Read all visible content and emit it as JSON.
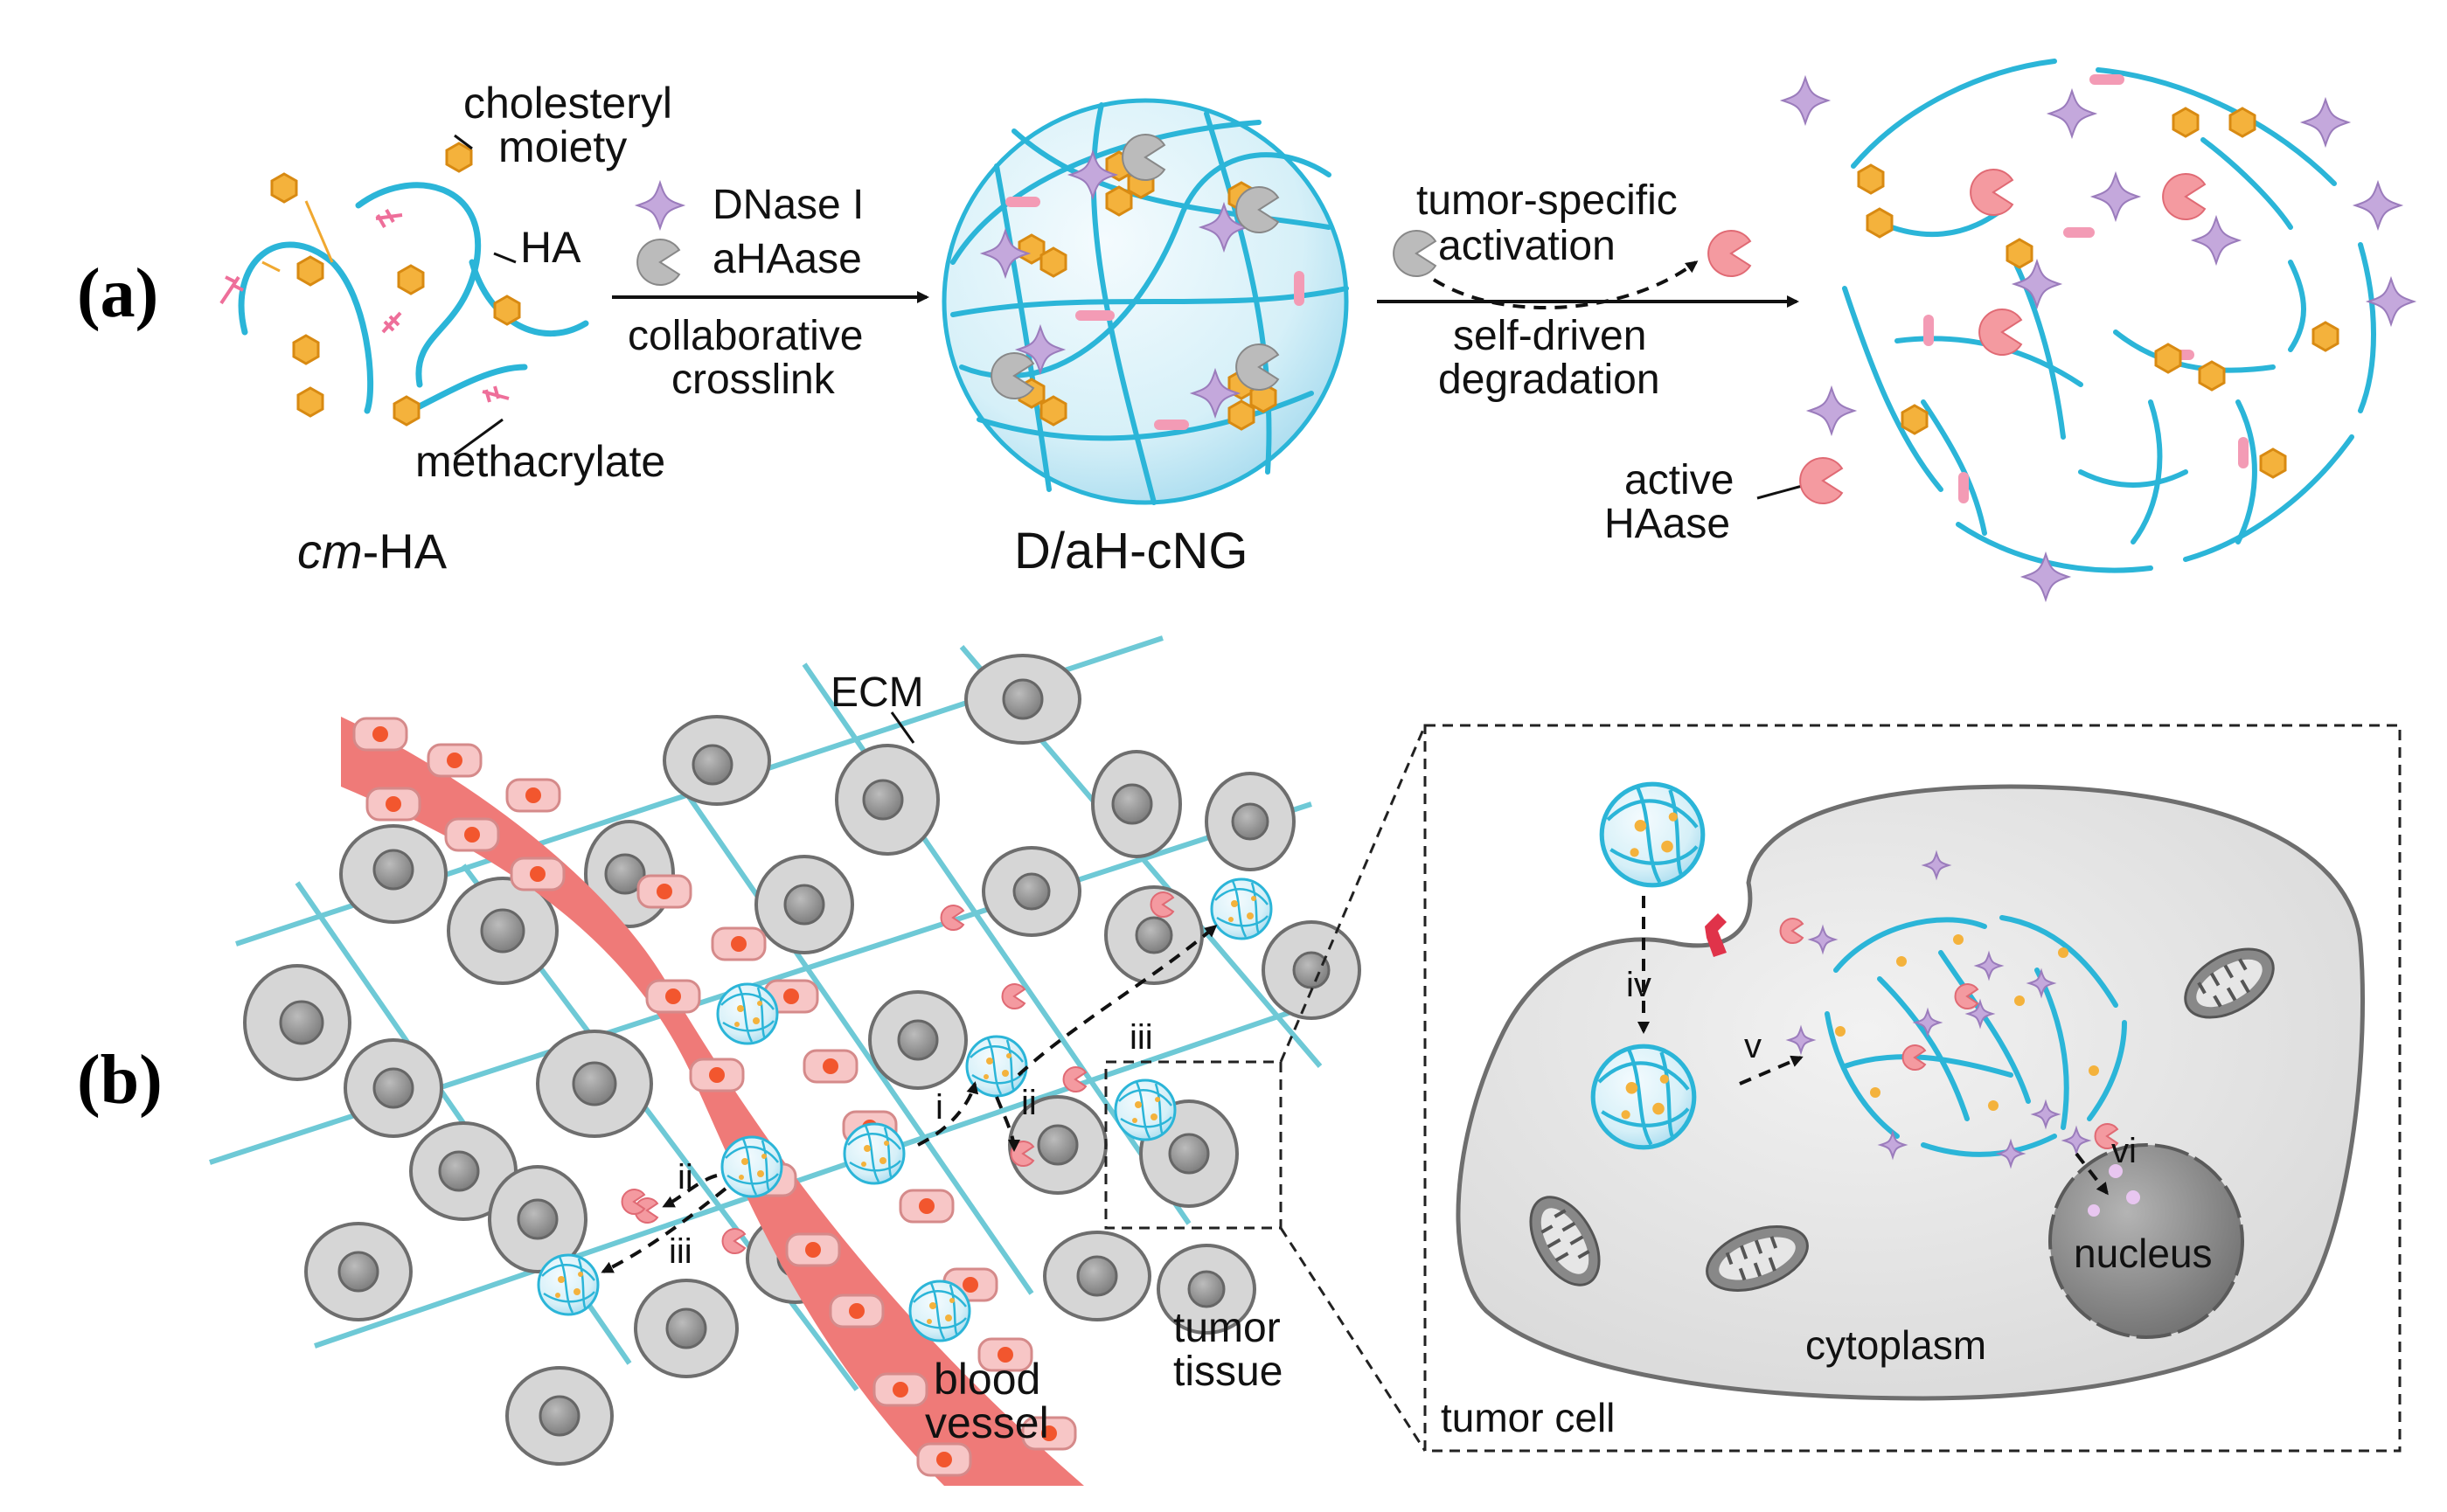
{
  "panel_a": {
    "label": "(a)",
    "cholesteryl_label": "cholesteryl",
    "moiety_label": "moiety",
    "ha_label": "HA",
    "methacrylate_label": "methacrylate",
    "cm_ha_italic": "cm",
    "cm_ha_rest": "-HA",
    "dnase_label": "DNase I",
    "ahaase_label": "aHAase",
    "collab_label": "collaborative",
    "crosslink_label": "crosslink",
    "nanogel_label": "D/aH-cNG",
    "tumor_specific_label": "tumor-specific",
    "activation_label": "activation",
    "self_driven_label": "self-driven",
    "degradation_label": "degradation",
    "active_label": "active",
    "haase_label": "HAase"
  },
  "panel_b": {
    "label": "(b)",
    "ecm_label": "ECM",
    "blood_label": "blood",
    "vessel_label": "vessel",
    "tumor_label": "tumor",
    "tissue_label": "tissue",
    "step_i": "i",
    "step_ii": "ii",
    "step_iii": "iii",
    "step_iv": "iv",
    "step_v": "v",
    "step_vi": "vi",
    "nucleus_label": "nucleus",
    "cytoplasm_label": "cytoplasm",
    "tumor_cell_label": "tumor cell"
  },
  "colors": {
    "ha_chain": "#2bb5d8",
    "cholesteryl": "#f0a830",
    "methacrylate": "#ee6f9a",
    "dnase": "#b99ad0",
    "ahaase_inactive": "#aaaaaa",
    "haase_active": "#f07c84",
    "vessel": "#ef7a78",
    "cell": "#d6d6d6"
  }
}
